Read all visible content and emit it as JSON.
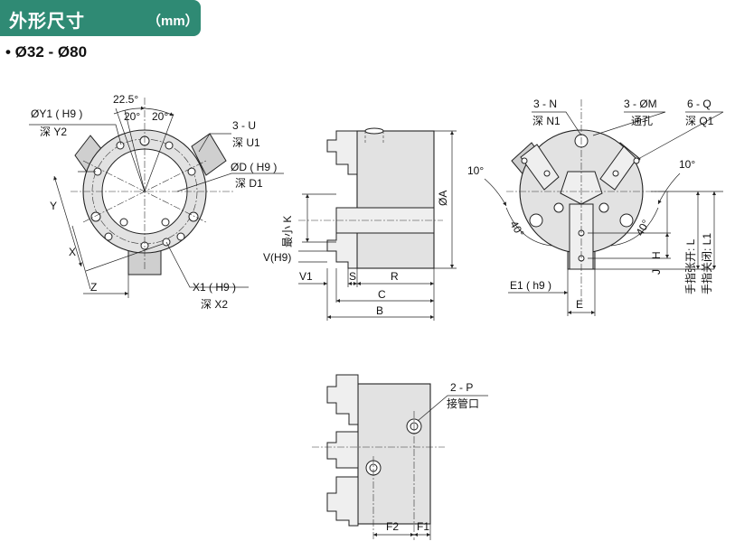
{
  "header": {
    "title": "外形尺寸",
    "unit": "（mm）"
  },
  "subtitle": "• Ø32 - Ø80",
  "front_view": {
    "angle_22_5": "22.5°",
    "angle_20_left": "20°",
    "angle_20_right": "20°",
    "y1_label": "ØY1 ( H9 )",
    "y1_depth": "深 Y2",
    "u_label": "3 - U",
    "u_depth": "深 U1",
    "d_label": "ØD ( H9 )",
    "d_depth": "深 D1",
    "y_label": "Y",
    "x_label": "X",
    "z_label": "Z",
    "x1_label": "X1 ( H9 )",
    "x1_depth": "深 X2"
  },
  "side_view": {
    "a_label": "ØA",
    "k_label": "最小 K",
    "v_label": "V(H9)",
    "v1_label": "V1",
    "s_label": "S",
    "r_label": "R",
    "c_label": "C",
    "b_label": "B"
  },
  "back_view": {
    "n_label": "3 - N",
    "n_depth": "深 N1",
    "m_label": "3 - ØM",
    "m_note": "通孔",
    "q_label": "6 - Q",
    "q_depth": "深 Q1",
    "angle_10_left": "10°",
    "angle_10_right": "10°",
    "angle_40_left": "40°",
    "angle_40_right": "40°",
    "l_label": "手指张开: L",
    "l1_label": "手指关闭: L1",
    "h_label": "H",
    "j_label": "J",
    "e1_label": "E1 ( h9 )",
    "e_label": "E"
  },
  "bottom_view": {
    "p_label": "2 - P",
    "p_note": "接管口",
    "f2_label": "F2",
    "f1_label": "F1"
  }
}
